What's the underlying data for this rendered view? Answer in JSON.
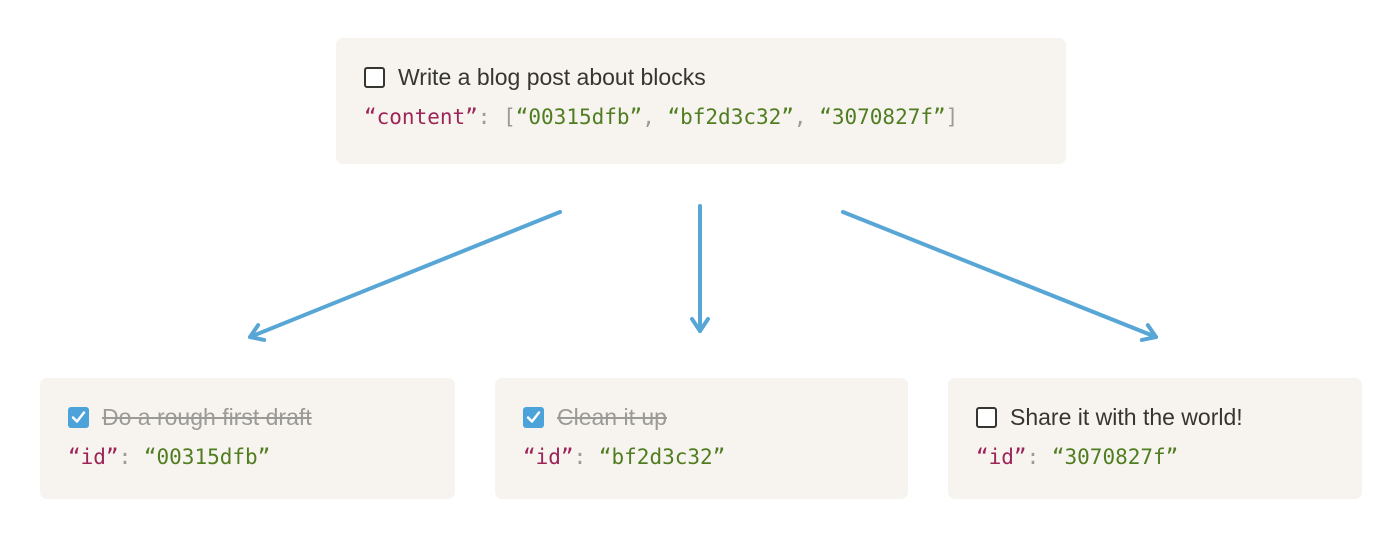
{
  "colors": {
    "card_bg": "#f7f4ef",
    "arrow": "#58a6d6",
    "text": "#37352f",
    "done_text": "#9b9a97",
    "code_key": "#9d2457",
    "code_value": "#4f7d20",
    "code_punct": "#9b9a97",
    "checkbox_border": "#37352f",
    "checkbox_checked": "#4ba3d9"
  },
  "root_card": {
    "title": "Write a blog post about blocks",
    "checked": false,
    "code": {
      "key": "“content”",
      "colon": ": ",
      "open": "[",
      "value1": "“00315dfb”",
      "comma1": ", ",
      "value2": "“bf2d3c32”",
      "comma2": ", ",
      "value3": "“3070827f”",
      "close": "]"
    }
  },
  "children": [
    {
      "title": "Do a rough first draft",
      "checked": true,
      "code": {
        "key": "“id”",
        "colon": ": ",
        "value": "“00315dfb”"
      }
    },
    {
      "title": "Clean it up",
      "checked": true,
      "code": {
        "key": "“id”",
        "colon": ": ",
        "value": "“bf2d3c32”"
      }
    },
    {
      "title": "Share it with the world!",
      "checked": false,
      "code": {
        "key": "“id”",
        "colon": ": ",
        "value": "“3070827f”"
      }
    }
  ]
}
